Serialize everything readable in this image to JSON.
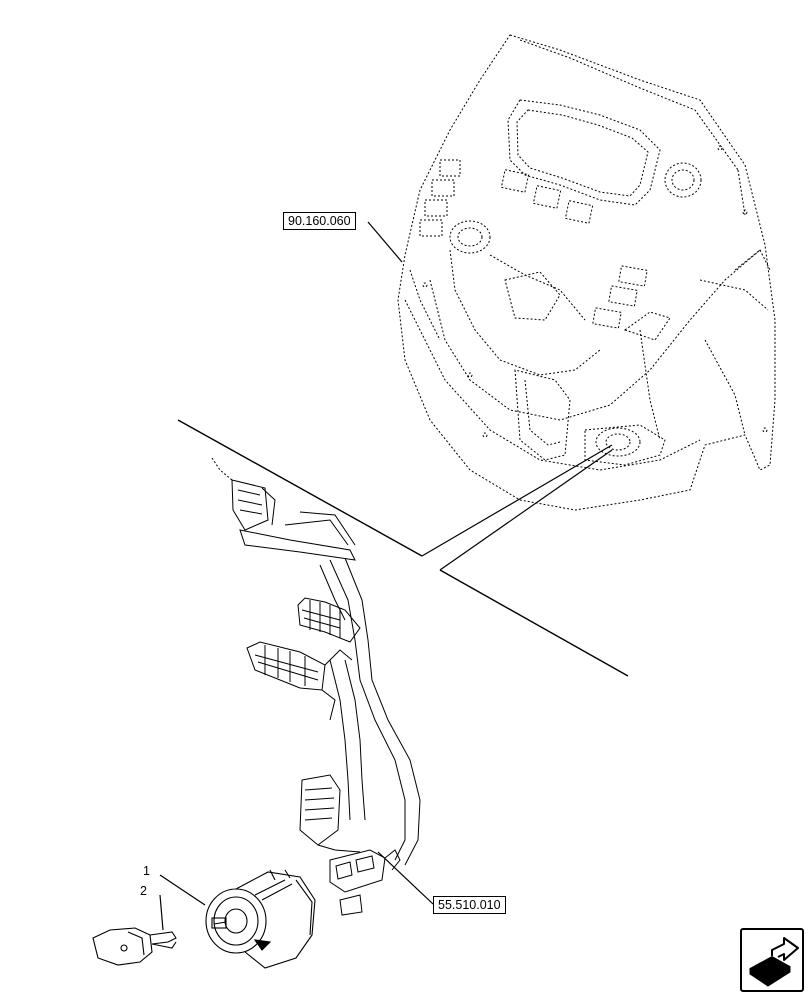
{
  "callouts": {
    "dashboard_ref": "90.160.060",
    "harness_ref": "55.510.010"
  },
  "item_numbers": {
    "ignition_switch": "1",
    "key": "2"
  },
  "icons": {
    "nav": "jump-arrow-icon"
  },
  "colors": {
    "line": "#000000",
    "background": "#ffffff"
  }
}
